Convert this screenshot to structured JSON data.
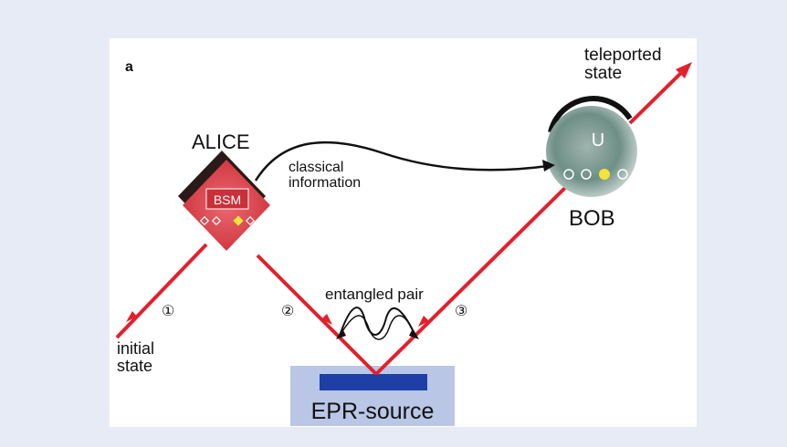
{
  "panel_letter": "a",
  "labels": {
    "teleported_state_line1": "teleported",
    "teleported_state_line2": "state",
    "alice": "ALICE",
    "bsm": "BSM",
    "classical_line1": "classical",
    "classical_line2": "information",
    "unitary": "U",
    "bob": "BOB",
    "entangled_pair": "entangled pair",
    "initial_line1": "initial",
    "initial_line2": "state",
    "epr_source": "EPR-source",
    "beam_1": "①",
    "beam_2": "②",
    "beam_3": "③"
  },
  "colors": {
    "beam": "#e3202b",
    "alice_box": "#d8343c",
    "bob_sphere": "#6e8f86",
    "source_base": "#b9c6e6",
    "source_crystal": "#1d3fa6",
    "detector_active": "#f3e33a"
  }
}
